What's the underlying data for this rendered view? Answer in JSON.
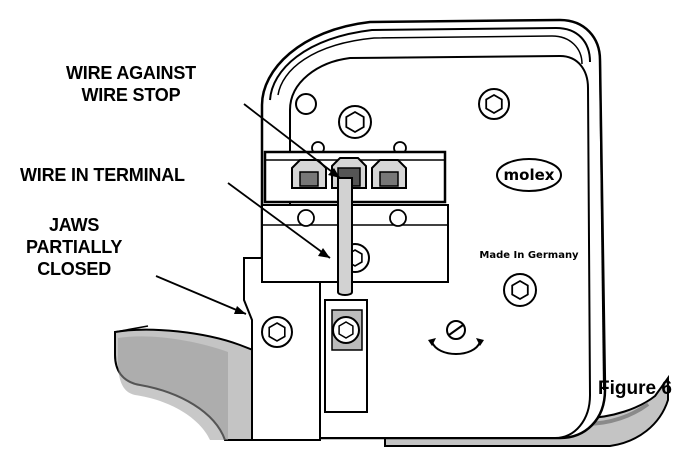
{
  "callouts": {
    "wire_stop_line1": "WIRE AGAINST",
    "wire_stop_line2": "WIRE STOP",
    "wire_in_terminal": "WIRE IN TERMINAL",
    "jaws_line1": "JAWS",
    "jaws_line2": "PARTIALLY",
    "jaws_line3": "CLOSED"
  },
  "tool_markings": {
    "brand_logo": "molex",
    "origin": "Made In Germany"
  },
  "caption": "Figure 6",
  "colors": {
    "outline": "#000000",
    "tool_body": "#ffffff",
    "handle_grey": "#bdbdbd",
    "handle_dark": "#8a8a8a"
  }
}
